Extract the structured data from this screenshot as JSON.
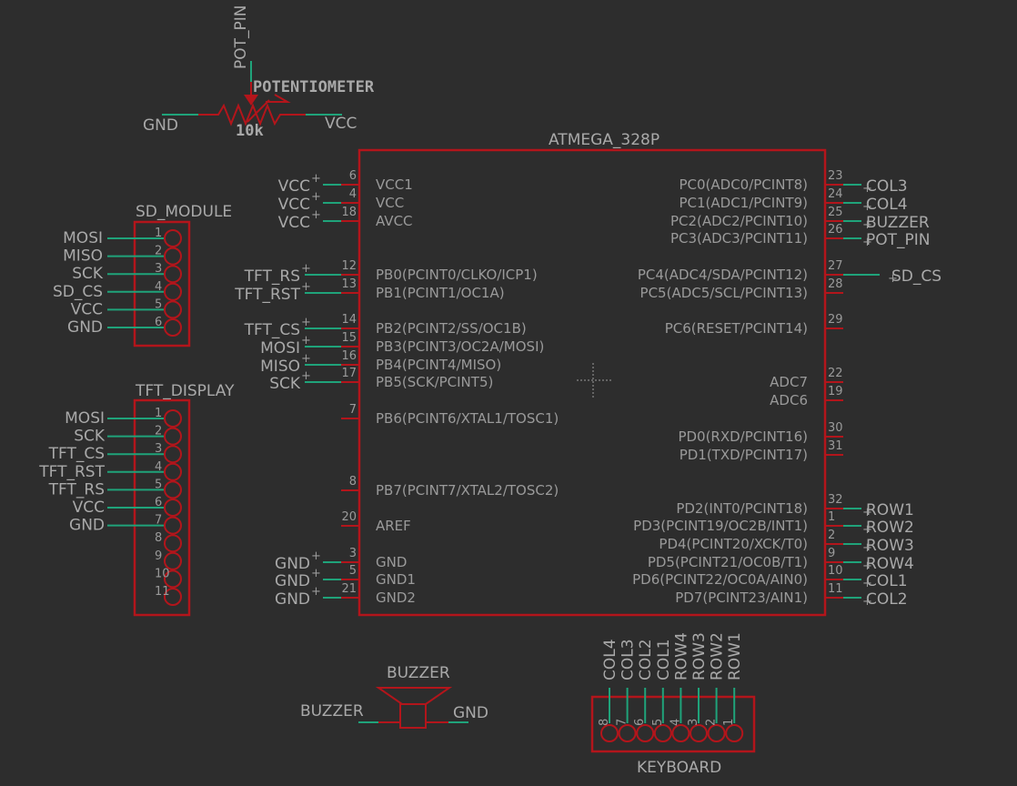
{
  "potentiometer": {
    "name": "POTENTIOMETER",
    "value": "10k",
    "net_left": "GND",
    "net_right": "VCC",
    "net_top": "POT_PIN"
  },
  "mcu": {
    "name": "ATMEGA_328P",
    "left_pins": [
      {
        "num": "6",
        "label": "VCC1",
        "net": "VCC"
      },
      {
        "num": "4",
        "label": "VCC",
        "net": "VCC"
      },
      {
        "num": "18",
        "label": "AVCC",
        "net": "VCC"
      },
      {
        "num": "12",
        "label": "PB0(PCINT0/CLKO/ICP1)",
        "net": "TFT_RS"
      },
      {
        "num": "13",
        "label": "PB1(PCINT1/OC1A)",
        "net": "TFT_RST"
      },
      {
        "num": "14",
        "label": "PB2(PCINT2/SS/OC1B)",
        "net": "TFT_CS"
      },
      {
        "num": "15",
        "label": "PB3(PCINT3/OC2A/MOSI)",
        "net": "MOSI"
      },
      {
        "num": "16",
        "label": "PB4(PCINT4/MISO)",
        "net": "MISO"
      },
      {
        "num": "17",
        "label": "PB5(SCK/PCINT5)",
        "net": "SCK"
      },
      {
        "num": "7",
        "label": "PB6(PCINT6/XTAL1/TOSC1)",
        "net": ""
      },
      {
        "num": "8",
        "label": "PB7(PCINT7/XTAL2/TOSC2)",
        "net": ""
      },
      {
        "num": "20",
        "label": "AREF",
        "net": ""
      },
      {
        "num": "3",
        "label": "GND",
        "net": "GND"
      },
      {
        "num": "5",
        "label": "GND1",
        "net": "GND"
      },
      {
        "num": "21",
        "label": "GND2",
        "net": "GND"
      }
    ],
    "right_pins": [
      {
        "num": "23",
        "label": "PC0(ADC0/PCINT8)",
        "net": "COL3"
      },
      {
        "num": "24",
        "label": "PC1(ADC1/PCINT9)",
        "net": "COL4"
      },
      {
        "num": "25",
        "label": "PC2(ADC2/PCINT10)",
        "net": "BUZZER"
      },
      {
        "num": "26",
        "label": "PC3(ADC3/PCINT11)",
        "net": "POT_PIN"
      },
      {
        "num": "27",
        "label": "PC4(ADC4/SDA/PCINT12)",
        "net": "SD_CS"
      },
      {
        "num": "28",
        "label": "PC5(ADC5/SCL/PCINT13)",
        "net": ""
      },
      {
        "num": "29",
        "label": "PC6(RESET/PCINT14)",
        "net": ""
      },
      {
        "num": "22",
        "label": "ADC7",
        "net": ""
      },
      {
        "num": "19",
        "label": "ADC6",
        "net": ""
      },
      {
        "num": "30",
        "label": "PD0(RXD/PCINT16)",
        "net": ""
      },
      {
        "num": "31",
        "label": "PD1(TXD/PCINT17)",
        "net": ""
      },
      {
        "num": "32",
        "label": "PD2(INT0/PCINT18)",
        "net": "ROW1"
      },
      {
        "num": "1",
        "label": "PD3(PCINT19/OC2B/INT1)",
        "net": "ROW2"
      },
      {
        "num": "2",
        "label": "PD4(PCINT20/XCK/T0)",
        "net": "ROW3"
      },
      {
        "num": "9",
        "label": "PD5(PCINT21/OC0B/T1)",
        "net": "ROW4"
      },
      {
        "num": "10",
        "label": "PD6(PCINT22/OC0A/AIN0)",
        "net": "COL1"
      },
      {
        "num": "11",
        "label": "PD7(PCINT23/AIN1)",
        "net": "COL2"
      }
    ]
  },
  "sd_module": {
    "name": "SD_MODULE",
    "pins": [
      {
        "num": "1",
        "net": "MOSI"
      },
      {
        "num": "2",
        "net": "MISO"
      },
      {
        "num": "3",
        "net": "SCK"
      },
      {
        "num": "4",
        "net": "SD_CS"
      },
      {
        "num": "5",
        "net": "VCC"
      },
      {
        "num": "6",
        "net": "GND"
      }
    ]
  },
  "tft_display": {
    "name": "TFT_DISPLAY",
    "pins": [
      {
        "num": "1",
        "net": "MOSI"
      },
      {
        "num": "2",
        "net": "SCK"
      },
      {
        "num": "3",
        "net": "TFT_CS"
      },
      {
        "num": "4",
        "net": "TFT_RST"
      },
      {
        "num": "5",
        "net": "TFT_RS"
      },
      {
        "num": "6",
        "net": "VCC"
      },
      {
        "num": "7",
        "net": "GND"
      },
      {
        "num": "8",
        "net": ""
      },
      {
        "num": "9",
        "net": ""
      },
      {
        "num": "10",
        "net": ""
      },
      {
        "num": "11",
        "net": ""
      }
    ]
  },
  "buzzer": {
    "name": "BUZZER",
    "net_left": "BUZZER",
    "net_right": "GND"
  },
  "keyboard": {
    "name": "KEYBOARD",
    "pins": [
      {
        "num": "8",
        "net": "COL4"
      },
      {
        "num": "7",
        "net": "COL3"
      },
      {
        "num": "6",
        "net": "COL2"
      },
      {
        "num": "5",
        "net": "COL1"
      },
      {
        "num": "4",
        "net": "ROW4"
      },
      {
        "num": "3",
        "net": "ROW3"
      },
      {
        "num": "2",
        "net": "ROW2"
      },
      {
        "num": "1",
        "net": "ROW1"
      }
    ]
  },
  "colors": {
    "background": "#2d2d2d",
    "symbol": "#b3151b",
    "pin": "#1fa37a",
    "text": "#9a9a9a"
  }
}
